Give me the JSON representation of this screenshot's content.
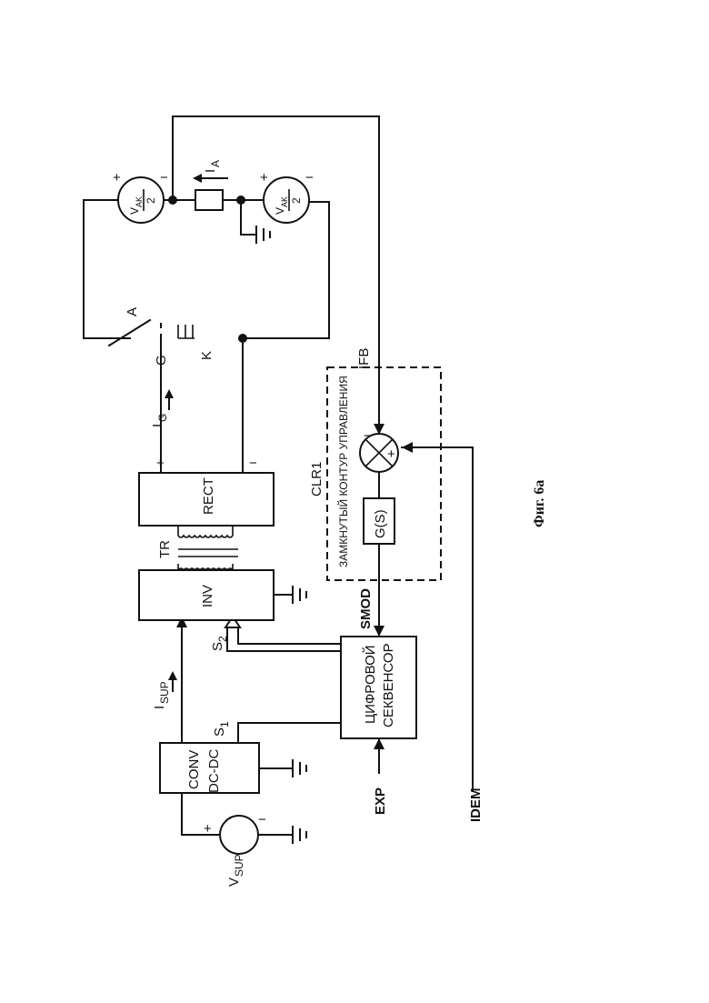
{
  "figure": {
    "caption": "Фиг. 6а",
    "supply": {
      "label": "V",
      "sub": "SUP",
      "plus": "+",
      "minus": "−"
    },
    "conv": {
      "line1": "CONV",
      "line2": "DC-DC"
    },
    "inv": {
      "label": "INV"
    },
    "rect": {
      "label": "RECT",
      "plus": "+",
      "minus": "−"
    },
    "transformer": {
      "label": "TR"
    },
    "sequencer": {
      "line1": "ЦИФРОВОЙ",
      "line2": "СЕКВЕНСОР"
    },
    "clr": {
      "name": "CLR1",
      "title": "ЗАМКНУТЫЙ КОНТУР УПРАВЛЕНИЯ",
      "transfer": "G(S)",
      "sum_plus": "+",
      "sum_minus": "−"
    },
    "signals": {
      "s1": "S",
      "s1_sub": "1",
      "s2": "S",
      "s2_sub": "2",
      "smod": "SMOD",
      "exp": "EXP",
      "idem": "IDEM",
      "ifb": "IFB",
      "isup": "I",
      "isup_sub": "SUP",
      "ig": "I",
      "ig_sub": "G",
      "ia": "I",
      "ia_sub": "A"
    },
    "lamp": {
      "anode": "A",
      "grid": "G",
      "cathode": "K"
    },
    "voltmeter": {
      "top": "V",
      "top_sub": "AK",
      "bottom": "2",
      "plus": "+",
      "minus": "−"
    }
  }
}
